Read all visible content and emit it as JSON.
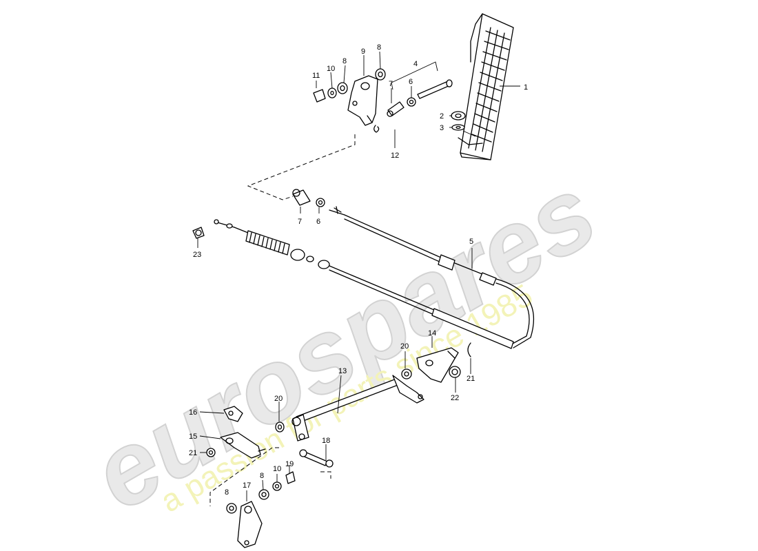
{
  "watermark": {
    "brand": "eurospares",
    "tagline": "a passion for parts since 1985"
  },
  "callouts": {
    "c1": "1",
    "c2": "2",
    "c3": "3",
    "c4": "4",
    "c5": "5",
    "c6a": "6",
    "c6b": "6",
    "c7a": "7",
    "c7b": "7",
    "c8a": "8",
    "c8b": "8",
    "c8c": "8",
    "c8d": "8",
    "c9": "9",
    "c10a": "10",
    "c10b": "10",
    "c11": "11",
    "c12": "12",
    "c13": "13",
    "c14": "14",
    "c15": "15",
    "c16": "16",
    "c17": "17",
    "c18": "18",
    "c19": "19",
    "c20a": "20",
    "c20b": "20",
    "c21a": "21",
    "c21b": "21",
    "c22": "22",
    "c23": "23"
  }
}
